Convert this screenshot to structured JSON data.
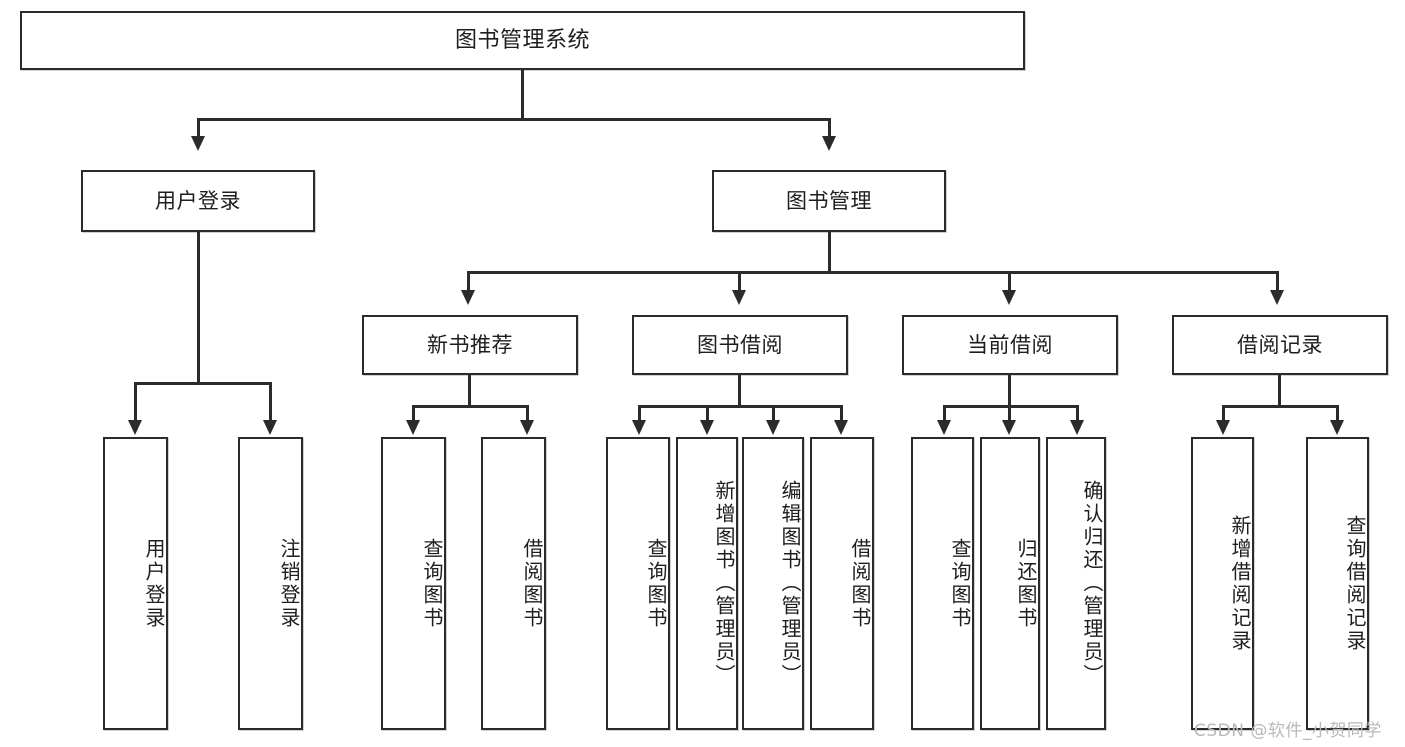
{
  "diagram": {
    "title": "图书管理系统",
    "watermark": "CSDN @软件_小贺同学",
    "levels": {
      "root": {
        "label": "图书管理系统"
      },
      "level2": [
        {
          "label": "用户登录"
        },
        {
          "label": "图书管理"
        }
      ],
      "level3": [
        {
          "label": "新书推荐"
        },
        {
          "label": "图书借阅"
        },
        {
          "label": "当前借阅"
        },
        {
          "label": "借阅记录"
        }
      ],
      "leaves": {
        "user_login": [
          {
            "label": "用户登录"
          },
          {
            "label": "注销登录"
          }
        ],
        "new_book": [
          {
            "label": "查询图书"
          },
          {
            "label": "借阅图书"
          }
        ],
        "book_borrow": [
          {
            "label": "查询图书"
          },
          {
            "label": "新增图书（管理员）"
          },
          {
            "label": "编辑图书（管理员）"
          },
          {
            "label": "借阅图书"
          }
        ],
        "current_borrow": [
          {
            "label": "查询图书"
          },
          {
            "label": "归还图书"
          },
          {
            "label": "确认归还（管理员）"
          }
        ],
        "borrow_record": [
          {
            "label": "新增借阅记录"
          },
          {
            "label": "查询借阅记录"
          }
        ]
      }
    },
    "colors": {
      "stroke": "#2b2b2b",
      "fill": "#ffffff",
      "text": "#1e1e1e",
      "watermark": "#b9b9b9"
    }
  }
}
